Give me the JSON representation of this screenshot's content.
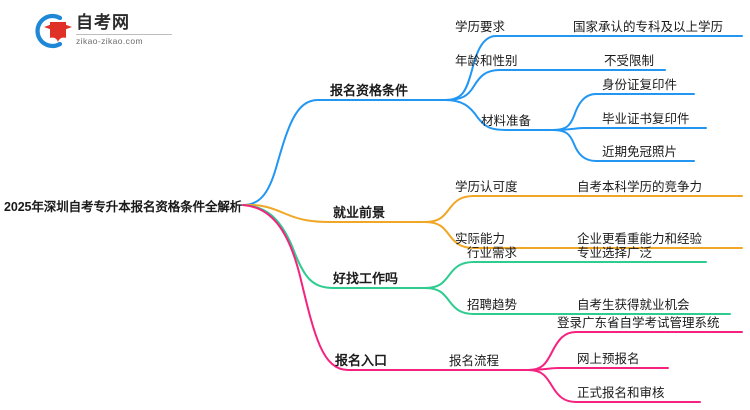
{
  "logo": {
    "name_cn": "自考网",
    "url": "zikao-zikao.com",
    "mark_arc_color": "#1E88D6",
    "mark_cap_color": "#E03126"
  },
  "mindmap": {
    "root": {
      "label": "2025年深圳自考专升本报名资格条件全解析"
    },
    "colors": {
      "blue": "#2196F3",
      "orange": "#F0A726",
      "green": "#2ECC8F",
      "pink": "#F5227F"
    },
    "branches": [
      {
        "label": "报名资格条件",
        "color": "#2196F3",
        "children": [
          {
            "label": "学历要求",
            "children": [
              {
                "label": "国家承认的专科及以上学历"
              }
            ]
          },
          {
            "label": "年龄和性别",
            "children": [
              {
                "label": "不受限制"
              }
            ]
          },
          {
            "label": "材料准备",
            "children": [
              {
                "label": "身份证复印件"
              },
              {
                "label": "毕业证书复印件"
              },
              {
                "label": "近期免冠照片"
              }
            ]
          }
        ]
      },
      {
        "label": "就业前景",
        "color": "#F0A726",
        "children": [
          {
            "label": "学历认可度",
            "children": [
              {
                "label": "自考本科学历的竞争力"
              }
            ]
          },
          {
            "label": "实际能力",
            "children": [
              {
                "label": "企业更看重能力和经验"
              }
            ]
          }
        ]
      },
      {
        "label": "好找工作吗",
        "color": "#2ECC8F",
        "children": [
          {
            "label": "行业需求",
            "children": [
              {
                "label": "专业选择广泛"
              }
            ]
          },
          {
            "label": "招聘趋势",
            "children": [
              {
                "label": "自考生获得就业机会"
              }
            ]
          }
        ]
      },
      {
        "label": "报名入口",
        "color": "#F5227F",
        "children": [
          {
            "label": "报名流程",
            "children": [
              {
                "label": "登录广东省自学考试管理系统"
              },
              {
                "label": "网上预报名"
              },
              {
                "label": "正式报名和审核"
              }
            ]
          }
        ]
      }
    ]
  }
}
